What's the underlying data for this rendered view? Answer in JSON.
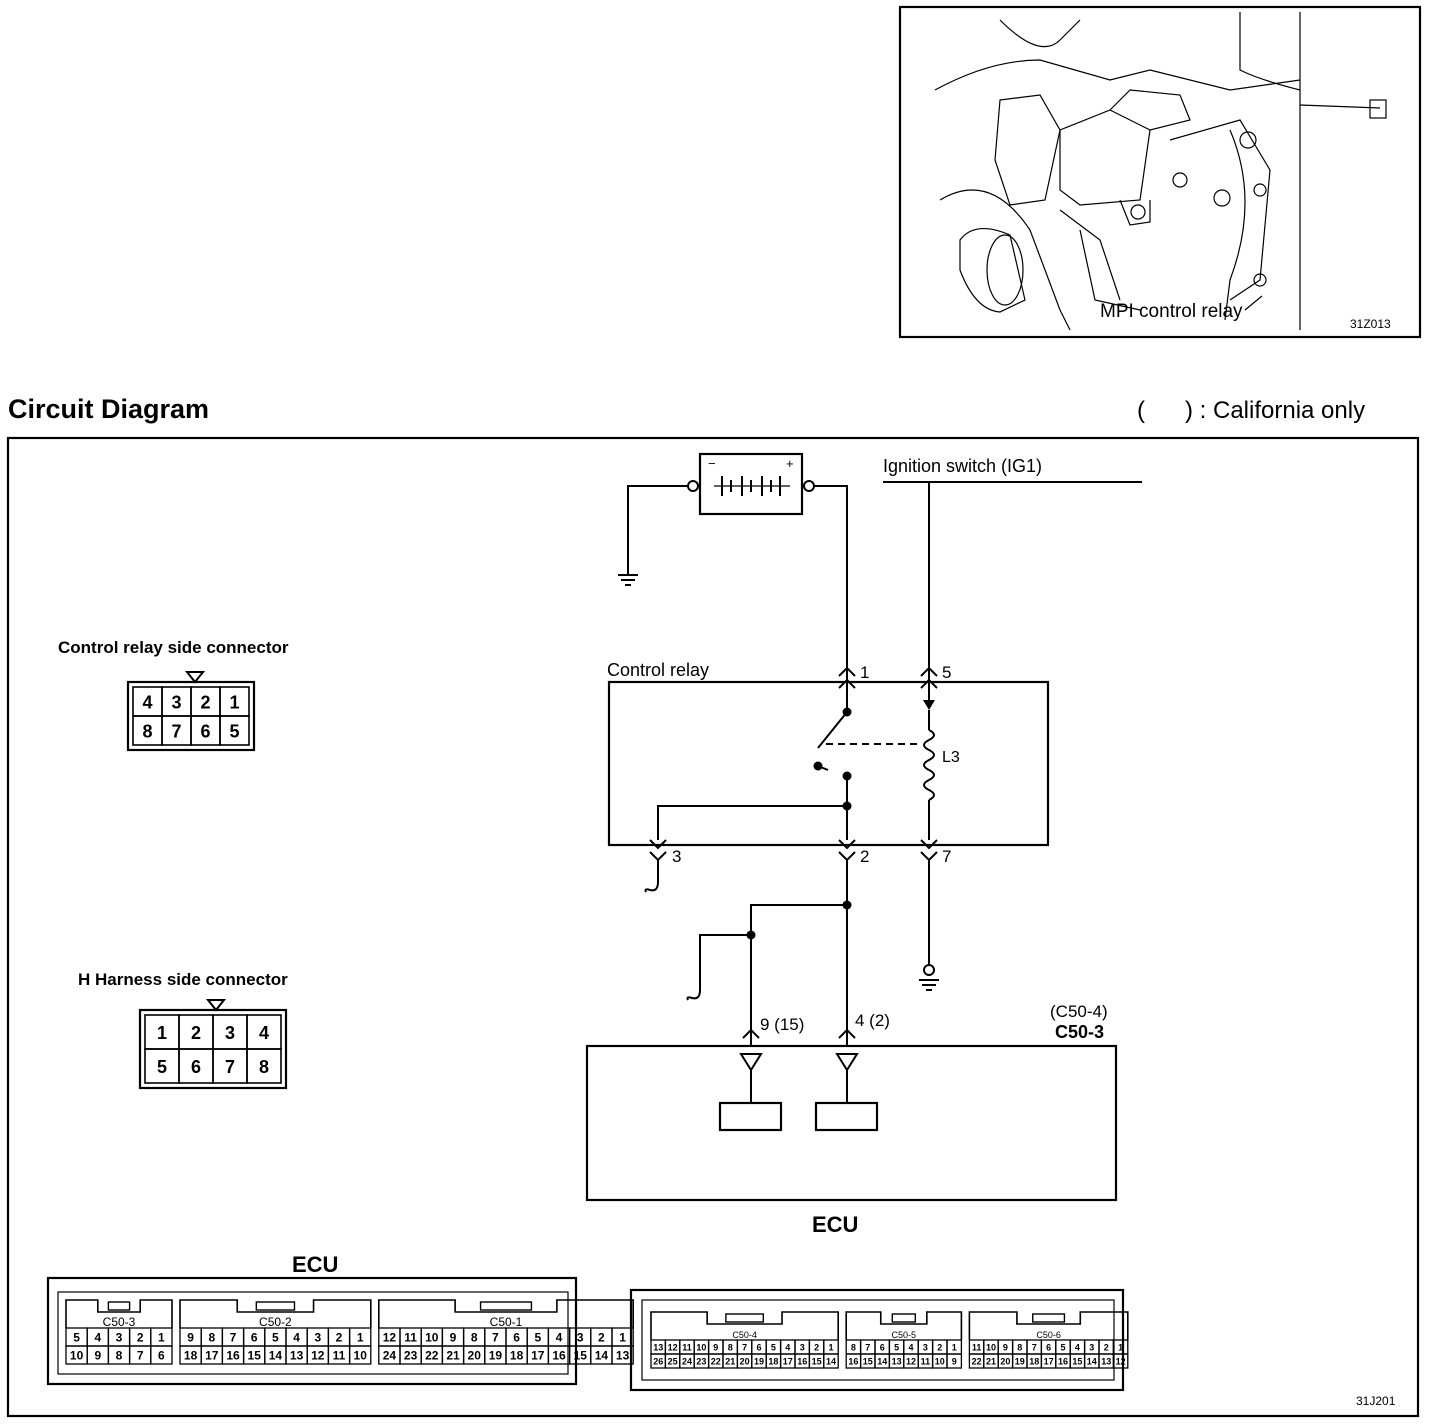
{
  "photo": {
    "caption": "MPI control relay",
    "figure_code": "31Z013"
  },
  "section_title": "Circuit Diagram",
  "legend_note": "(      ) : California only",
  "labels": {
    "ignition_switch": "Ignition switch (IG1)",
    "control_relay": "Control relay",
    "coil": "L3",
    "relay_pins": [
      "1",
      "5",
      "3",
      "2",
      "7"
    ],
    "ecu_pin_a": "9 (15)",
    "ecu_pin_b": "4 (2)",
    "ecu_conn_ca": "(C50-4)",
    "ecu_conn": "C50-3",
    "ecu_box": "ECU",
    "battery_neg": "−",
    "battery_pos": "+",
    "figure_code": "31J201"
  },
  "relay_connector": {
    "title": "Control relay side connector",
    "top_row": [
      "4",
      "3",
      "2",
      "1"
    ],
    "bottom_row": [
      "8",
      "7",
      "6",
      "5"
    ]
  },
  "harness_connector": {
    "title": "H Harness side connector",
    "top_row": [
      "1",
      "2",
      "3",
      "4"
    ],
    "bottom_row": [
      "5",
      "6",
      "7",
      "8"
    ]
  },
  "ecu_connectors": {
    "title": "ECU",
    "groups": [
      {
        "name": "C50-3",
        "top": [
          "5",
          "4",
          "3",
          "2",
          "1"
        ],
        "bottom": [
          "10",
          "9",
          "8",
          "7",
          "6"
        ]
      },
      {
        "name": "C50-2",
        "top": [
          "9",
          "8",
          "7",
          "6",
          "5",
          "4",
          "3",
          "2",
          "1"
        ],
        "bottom": [
          "18",
          "17",
          "16",
          "15",
          "14",
          "13",
          "12",
          "11",
          "10"
        ]
      },
      {
        "name": "C50-1",
        "top": [
          "12",
          "11",
          "10",
          "9",
          "8",
          "7",
          "6",
          "5",
          "4",
          "3",
          "2",
          "1"
        ],
        "bottom": [
          "24",
          "23",
          "22",
          "21",
          "20",
          "19",
          "18",
          "17",
          "16",
          "15",
          "14",
          "13"
        ]
      }
    ]
  },
  "ecu_connectors_ca": {
    "groups": [
      {
        "name": "C50-4",
        "top": [
          "13",
          "12",
          "11",
          "10",
          "9",
          "8",
          "7",
          "6",
          "5",
          "4",
          "3",
          "2",
          "1"
        ],
        "bottom": [
          "26",
          "25",
          "24",
          "23",
          "22",
          "21",
          "20",
          "19",
          "18",
          "17",
          "16",
          "15",
          "14"
        ]
      },
      {
        "name": "C50-5",
        "top": [
          "8",
          "7",
          "6",
          "5",
          "4",
          "3",
          "2",
          "1"
        ],
        "bottom": [
          "16",
          "15",
          "14",
          "13",
          "12",
          "11",
          "10",
          "9"
        ]
      },
      {
        "name": "C50-6",
        "top": [
          "11",
          "10",
          "9",
          "8",
          "7",
          "6",
          "5",
          "4",
          "3",
          "2",
          "1"
        ],
        "bottom": [
          "22",
          "21",
          "20",
          "19",
          "18",
          "17",
          "16",
          "15",
          "14",
          "13",
          "12"
        ]
      }
    ]
  }
}
